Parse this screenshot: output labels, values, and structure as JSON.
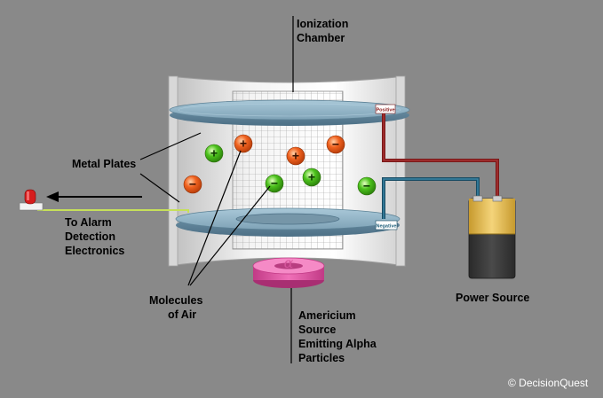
{
  "labels": {
    "ionization_chamber": [
      "Ionization",
      "Chamber"
    ],
    "metal_plates": "Metal Plates",
    "alarm": [
      "To Alarm",
      "Detection",
      "Electronics"
    ],
    "molecules": [
      "Molecules",
      "of Air"
    ],
    "americium": [
      "Americium",
      "Source",
      "Emitting Alpha",
      "Particles"
    ],
    "power_source": "Power Source",
    "positive_tag": "Positive",
    "negative_tag": "Negative",
    "alpha_symbol": "α",
    "plus_sign": "+",
    "minus_sign": "−",
    "copyright": "© DecisionQuest"
  },
  "colors": {
    "background": "#898989",
    "positive_ion": "#f0621f",
    "negative_ion": "#4cc21c",
    "plate": "#8fb3c6",
    "americium_source": "#e04fa0",
    "positive_wire": "#8b1a1a",
    "negative_wire": "#1f5f7a",
    "alarm_wire": "#c6e05a",
    "battery_body": "#3a3a3a",
    "battery_top": "#e8c35a"
  },
  "icons": [
    "battery-icon",
    "alarm-light-icon",
    "arrow-left-icon"
  ]
}
